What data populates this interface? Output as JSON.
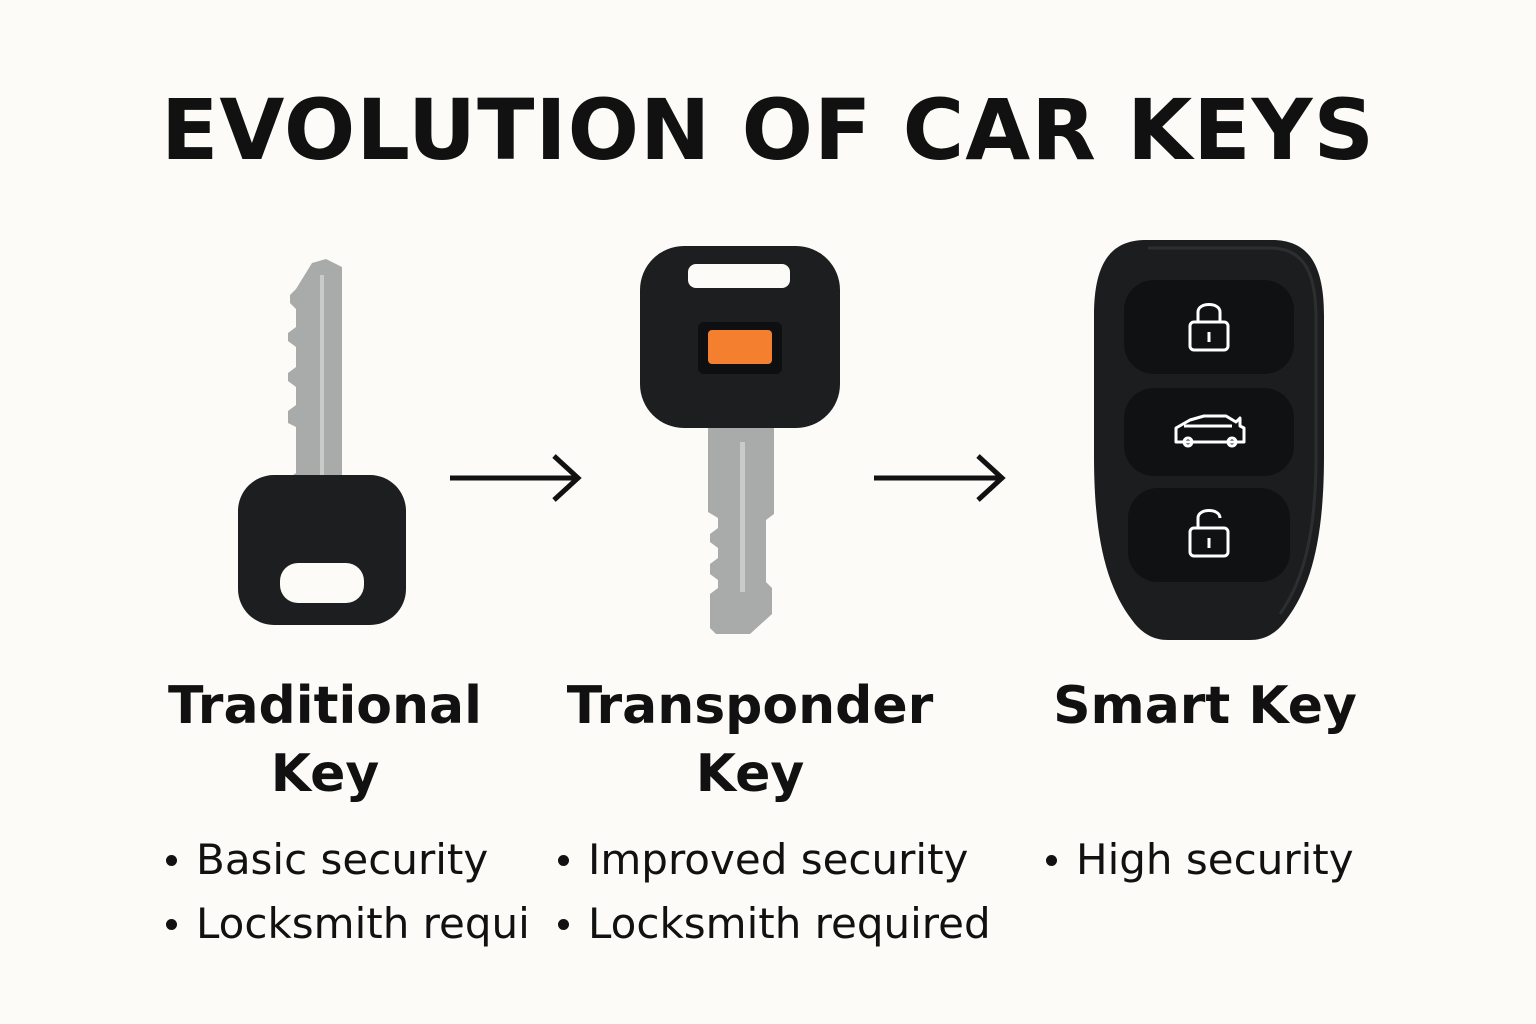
{
  "title": "EVOLUTION OF CAR KEYS",
  "colors": {
    "background": "#fcfbf8",
    "text": "#111111",
    "key_head": "#1c1e1f",
    "blade": "#a9abab",
    "chip": "#f47f2e"
  },
  "keys": [
    {
      "name_line1": "Traditional",
      "name_line2": "Key",
      "features": [
        "Basic security",
        "Locksmith requi"
      ],
      "icon": "traditional-key-icon"
    },
    {
      "name_line1": "Transponder",
      "name_line2": "Key",
      "features": [
        "Improved security",
        "Locksmith required"
      ],
      "icon": "transponder-key-icon"
    },
    {
      "name_line1": "Smart Key",
      "name_line2": "",
      "features": [
        "High security"
      ],
      "icon": "smart-key-fob-icon",
      "buttons": [
        "lock-icon",
        "car-trunk-icon",
        "unlock-icon"
      ]
    }
  ],
  "arrows": [
    "arrow-right-icon",
    "arrow-right-icon"
  ]
}
